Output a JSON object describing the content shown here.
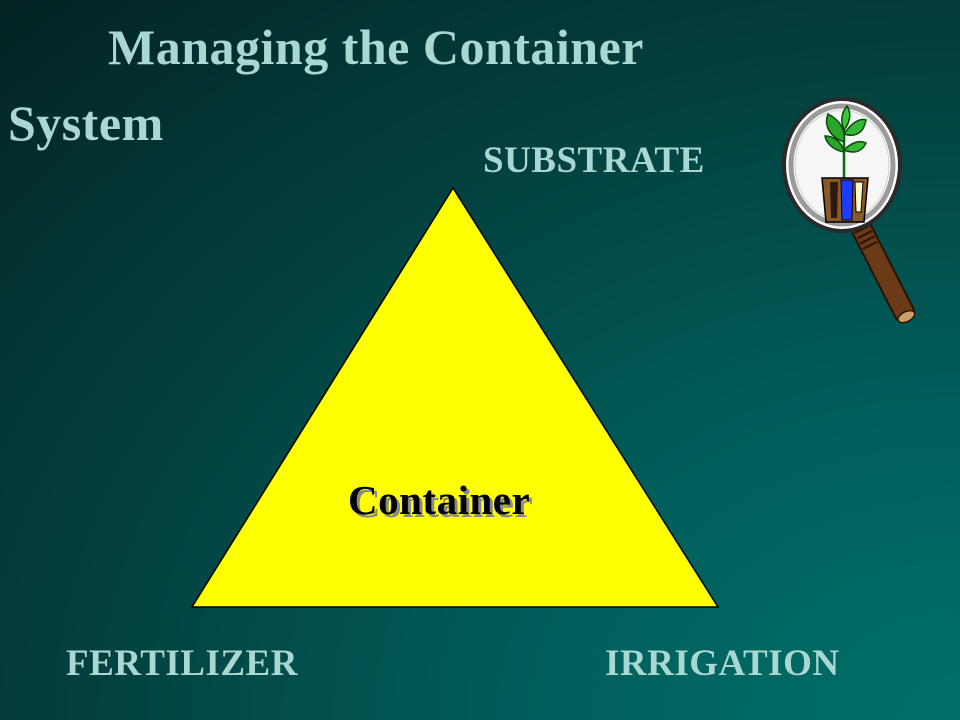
{
  "slide": {
    "title_line_1": "Managing the Container",
    "title_line_2": "System",
    "center_label": "Container",
    "corners": {
      "top": "SUBSTRATE",
      "bottom_left": "FERTILIZER",
      "bottom_right": "IRRIGATION"
    },
    "colors": {
      "background": "#004f4c",
      "title_text": "#a9d7d2",
      "triangle_fill": "#ffff00",
      "triangle_stroke": "#000000"
    },
    "icons": [
      "magnifier-icon",
      "potted-plant-icon"
    ]
  }
}
